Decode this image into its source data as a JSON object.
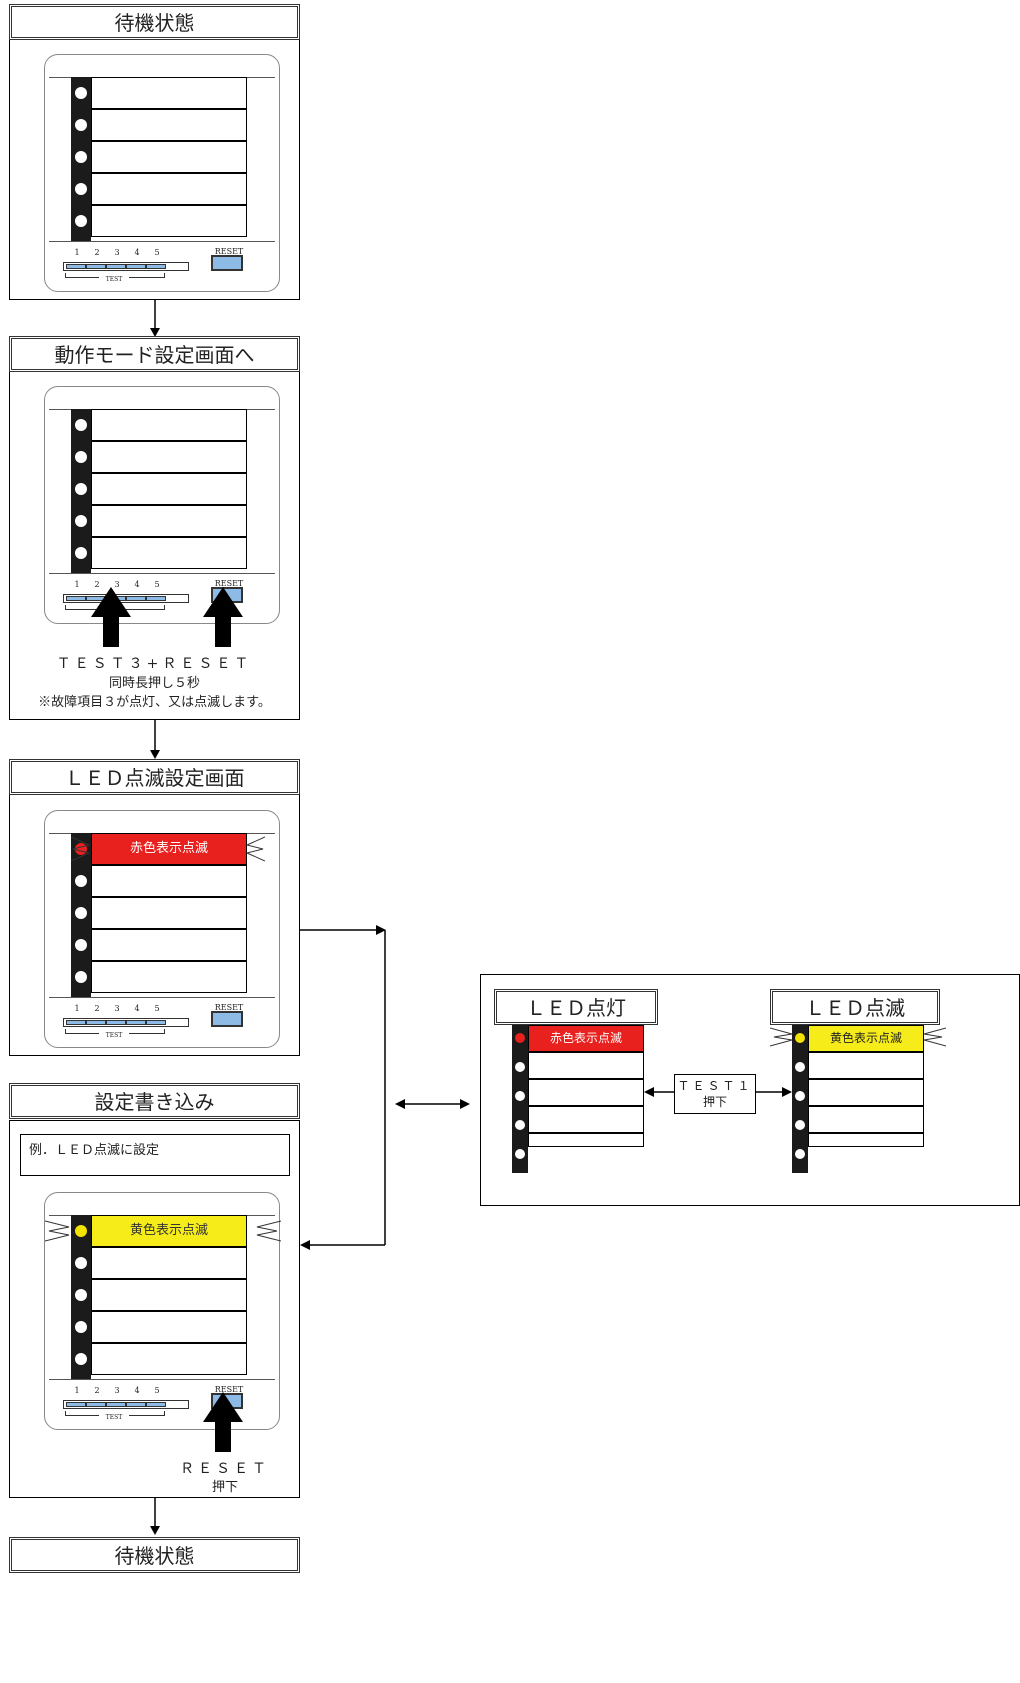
{
  "steps": [
    {
      "title": "待機状態"
    },
    {
      "title": "動作モード設定画面へ"
    },
    {
      "title": "ＬＥＤ点滅設定画面"
    },
    {
      "title": "設定書き込み"
    },
    {
      "title": "待機状態"
    }
  ],
  "panel": {
    "buttons": [
      "1",
      "2",
      "3",
      "4",
      "5"
    ],
    "test_label": "TEST",
    "reset_label": "RESET"
  },
  "step2": {
    "caption_line1": "ＴＥＳＴ３+ＲＥＳＥＴ",
    "caption_line2": "同時長押し５秒",
    "caption_line3": "※故障項目３が点灯、又は点滅します。"
  },
  "step3": {
    "row_label": "赤色表示点滅"
  },
  "step4": {
    "example": "例．ＬＥＤ点滅に設定",
    "row_label": "黄色表示点滅",
    "caption_line1": "ＲＥＳＥＴ",
    "caption_line2": "押下"
  },
  "side": {
    "left_title": "ＬＥＤ点灯",
    "left_row_label": "赤色表示点滅",
    "right_title": "ＬＥＤ点滅",
    "right_row_label": "黄色表示点滅",
    "test_line1": "ＴＥＳＴ１",
    "test_line2": "押下"
  },
  "colors": {
    "red": "#e8201e",
    "yellow": "#f5ec1a",
    "button_blue": "#8ebbe6",
    "led_bar": "#1b1b1b"
  }
}
